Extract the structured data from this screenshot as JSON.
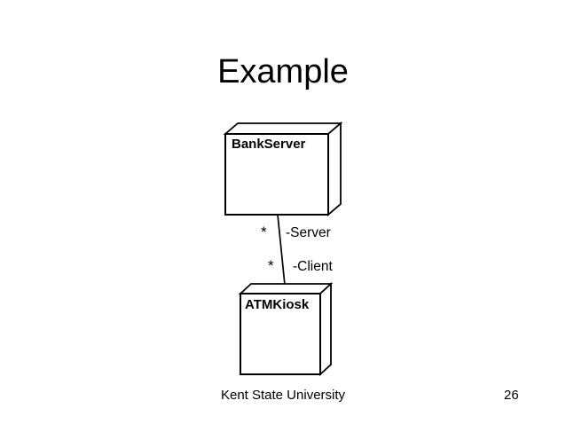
{
  "slide": {
    "title": "Example",
    "footer": {
      "institution": "Kent State University",
      "page_number": "26"
    },
    "background_color": "#ffffff",
    "text_color": "#000000"
  },
  "diagram": {
    "type": "uml-deployment-diagram",
    "stroke_color": "#000000",
    "node_fill_color": "#ffffff",
    "nodes": [
      {
        "id": "bank-server",
        "label": "BankServer"
      },
      {
        "id": "atm-kiosk",
        "label": "ATMKiosk"
      }
    ],
    "association": {
      "from_node": "BankServer",
      "to_node": "ATMKiosk",
      "server_end": {
        "multiplicity": "*",
        "role_label": "-Server"
      },
      "client_end": {
        "multiplicity": "*",
        "role_label": "-Client"
      }
    }
  }
}
